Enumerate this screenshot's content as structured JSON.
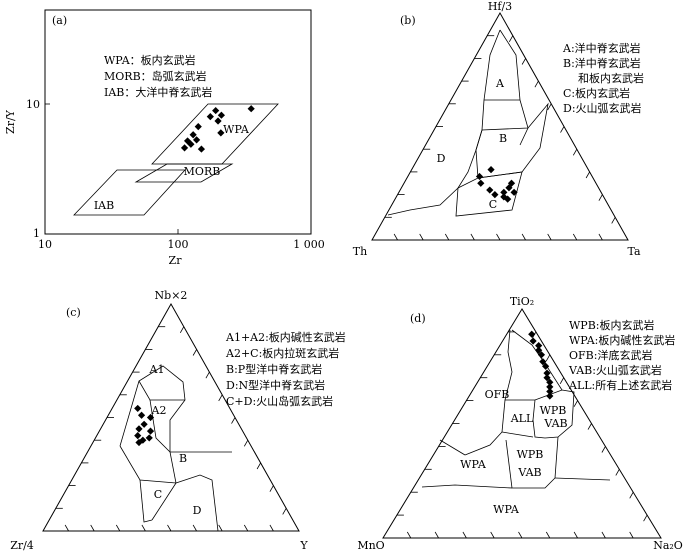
{
  "panel_a": {
    "tag": "(a)",
    "y_label": "Zr/Y",
    "x_label": "Zr",
    "x_ticks": [
      "10",
      "100",
      "1 000"
    ],
    "y_ticks": [
      "1",
      "10"
    ],
    "legend": [
      "WPA：板内玄武岩",
      "MORB：岛弧玄武岩",
      "IAB：大洋中脊玄武岩"
    ],
    "fields": [
      "WPA",
      "MORB",
      "IAB"
    ]
  },
  "panel_b": {
    "tag": "(b)",
    "apex_top": "Hf/3",
    "apex_left": "Th",
    "apex_right": "Ta",
    "legend": [
      "A:洋中脊玄武岩",
      "B:洋中脊玄武岩",
      "和板内玄武岩",
      "C:板内玄武岩",
      "D:火山弧玄武岩"
    ],
    "fields": [
      "A",
      "B",
      "C",
      "D"
    ]
  },
  "panel_c": {
    "tag": "(c)",
    "apex_top": "Nb×2",
    "apex_left": "Zr/4",
    "apex_right": "Y",
    "legend": [
      "A1+A2:板内碱性玄武岩",
      "A2+C:板内拉斑玄武岩",
      "B:P型洋中脊玄武岩",
      "D:N型洋中脊玄武岩",
      "C+D:火山岛弧玄武岩"
    ],
    "fields": [
      "A1",
      "A2",
      "B",
      "C",
      "D"
    ]
  },
  "panel_d": {
    "tag": "(d)",
    "apex_top": "TiO₂",
    "apex_left": "MnO",
    "apex_right": "Na₂O",
    "legend": [
      "WPB:板内玄武岩",
      "WPA:板内碱性玄武岩",
      "OFB:洋底玄武岩",
      "VAB:火山弧玄武岩",
      "ALL:所有上述玄武岩"
    ],
    "fields": [
      "OFB",
      "ALL",
      "WPB",
      "VAB",
      "WPB",
      "VAB",
      "WPA"
    ]
  },
  "chart_data": [
    {
      "type": "scatter",
      "panel": "(a)",
      "xlabel": "Zr",
      "ylabel": "Zr/Y",
      "x_scale": "log",
      "y_scale": "log",
      "xlim": [
        10,
        1000
      ],
      "ylim": [
        1,
        20
      ],
      "points": [
        {
          "x": 112,
          "y": 4.6
        },
        {
          "x": 118,
          "y": 5.2
        },
        {
          "x": 125,
          "y": 4.9
        },
        {
          "x": 130,
          "y": 5.8
        },
        {
          "x": 138,
          "y": 5.3
        },
        {
          "x": 142,
          "y": 6.7
        },
        {
          "x": 150,
          "y": 4.5
        },
        {
          "x": 175,
          "y": 8.0
        },
        {
          "x": 192,
          "y": 8.9
        },
        {
          "x": 200,
          "y": 7.4
        },
        {
          "x": 210,
          "y": 6.0
        },
        {
          "x": 212,
          "y": 8.2
        },
        {
          "x": 355,
          "y": 9.2
        }
      ]
    },
    {
      "type": "scatter",
      "panel": "(b)",
      "note_ternary": [
        "Hf/3",
        "Th",
        "Ta"
      ],
      "points_pct": [
        {
          "a": 25,
          "b": 45,
          "c": 30
        },
        {
          "a": 28,
          "b": 44,
          "c": 28
        },
        {
          "a": 31,
          "b": 38,
          "c": 31
        },
        {
          "a": 22,
          "b": 43,
          "c": 35
        },
        {
          "a": 20,
          "b": 42,
          "c": 38
        },
        {
          "a": 19,
          "b": 39,
          "c": 42
        },
        {
          "a": 21,
          "b": 38,
          "c": 41
        },
        {
          "a": 18,
          "b": 38,
          "c": 44
        },
        {
          "a": 23,
          "b": 35,
          "c": 42
        },
        {
          "a": 21,
          "b": 34,
          "c": 45
        },
        {
          "a": 25,
          "b": 33,
          "c": 42
        }
      ]
    },
    {
      "type": "scatter",
      "panel": "(c)",
      "note_ternary": [
        "Nb×2",
        "Zr/4",
        "Y"
      ],
      "points_pct": [
        {
          "a": 54,
          "b": 36,
          "c": 10
        },
        {
          "a": 51,
          "b": 36,
          "c": 13
        },
        {
          "a": 50,
          "b": 33,
          "c": 17
        },
        {
          "a": 47,
          "b": 37,
          "c": 16
        },
        {
          "a": 45,
          "b": 40,
          "c": 15
        },
        {
          "a": 44,
          "b": 36,
          "c": 20
        },
        {
          "a": 42,
          "b": 42,
          "c": 16
        },
        {
          "a": 41,
          "b": 38,
          "c": 21
        },
        {
          "a": 40,
          "b": 41,
          "c": 19
        },
        {
          "a": 39,
          "b": 43,
          "c": 18
        }
      ]
    },
    {
      "type": "scatter",
      "panel": "(d)",
      "note_ternary": [
        "TiO₂",
        "MnO",
        "Na₂O"
      ],
      "points_pct": [
        {
          "a": 89,
          "b": 2,
          "c": 9
        },
        {
          "a": 86,
          "b": 3,
          "c": 11
        },
        {
          "a": 84,
          "b": 2,
          "c": 14
        },
        {
          "a": 82,
          "b": 3,
          "c": 15
        },
        {
          "a": 80,
          "b": 3,
          "c": 17
        },
        {
          "a": 77,
          "b": 4,
          "c": 19
        },
        {
          "a": 75,
          "b": 4,
          "c": 21
        },
        {
          "a": 72,
          "b": 5,
          "c": 23
        },
        {
          "a": 70,
          "b": 6,
          "c": 24
        },
        {
          "a": 68,
          "b": 6,
          "c": 26
        },
        {
          "a": 66,
          "b": 7,
          "c": 27
        },
        {
          "a": 64,
          "b": 8,
          "c": 28
        },
        {
          "a": 62,
          "b": 9,
          "c": 29
        }
      ]
    }
  ]
}
